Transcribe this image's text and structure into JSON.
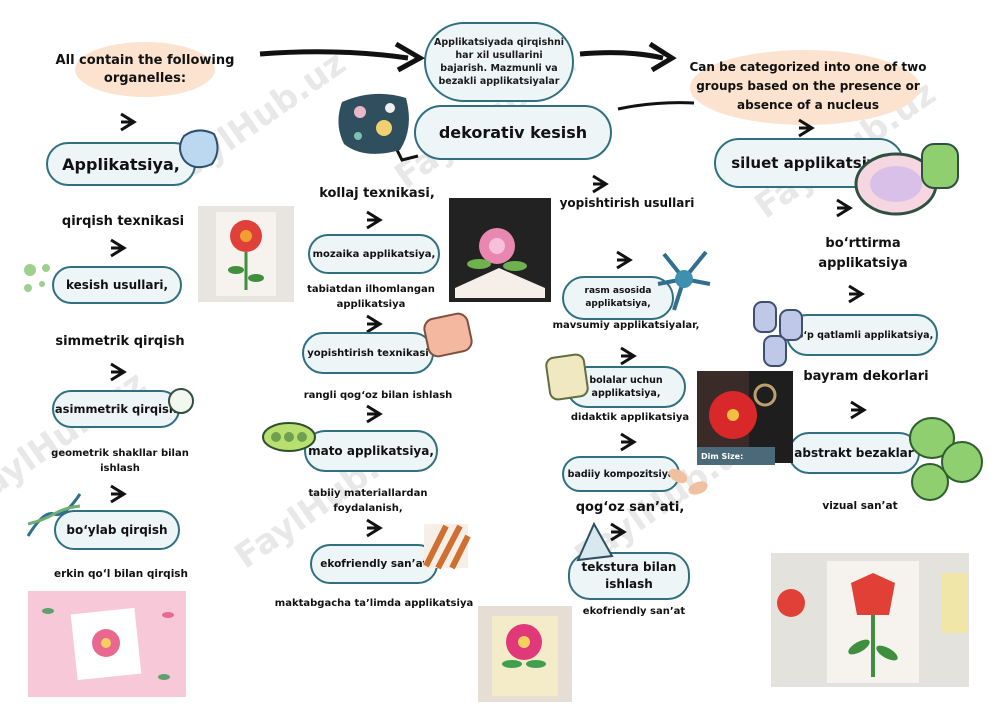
{
  "top": {
    "intro": "All contain the following organelles:",
    "center_box": "Applikatsiyada qirqishni har xil usullarini bajarish. Mazmunli va bezakli applikatsiyalar",
    "right_note": "Can be categorized into one of two groups based on the presence or absence of a nucleus"
  },
  "main": {
    "left": "Applikatsiya,",
    "center": "dekorativ kesish",
    "right": "siluet applikatsiya"
  },
  "left_col": {
    "t1": "qirqish texnikasi",
    "box1": "kesish usullari,",
    "t2": "simmetrik qirqish",
    "box2": "asimmetrik qirqish",
    "t3": "geometrik shakllar bilan ishlash",
    "box3": "bo‘ylab qirqish",
    "t4": "erkin qo‘l bilan qirqish"
  },
  "mid_col": {
    "t1": "kollaj texnikasi,",
    "box1": "mozaika applikatsiya,",
    "t2": "tabiatdan ilhomlangan applikatsiya",
    "box2": "yopishtirish texnikasi",
    "t3": "rangli qog‘oz bilan ishlash",
    "box3": "mato applikatsiya,",
    "t4": "tabiiy materiallardan foydalanish,",
    "box4": "ekofriendly san’at",
    "t5": "maktabgacha ta’limda applikatsiya"
  },
  "mid2_col": {
    "t1": "yopishtirish usullari",
    "box1": "rasm asosida applikatsiya,",
    "t2": "mavsumiy applikatsiyalar,",
    "box2": "bolalar uchun applikatsiya,",
    "t3": "didaktik applikatsiya",
    "box3": "badiiy kompozitsiya",
    "t4": "qog‘oz san’ati,",
    "box4": "tekstura bilan ishlash",
    "t5": "ekofriendly san’at"
  },
  "right_col": {
    "t1": "bo‘rttirma applikatsiya",
    "box1": "ko‘p qatlamli applikatsiya,",
    "t2": "bayram dekorlari",
    "box2": "abstrakt bezaklar",
    "t3": "vizual san’at"
  },
  "image_labels": {
    "dim_size": "Dim Size:"
  },
  "watermark": "FaylHub.uz",
  "colors": {
    "pill_border": "#2f6f7f",
    "pill_fill": "#eef5f7",
    "peach": "#fbe3cf"
  }
}
